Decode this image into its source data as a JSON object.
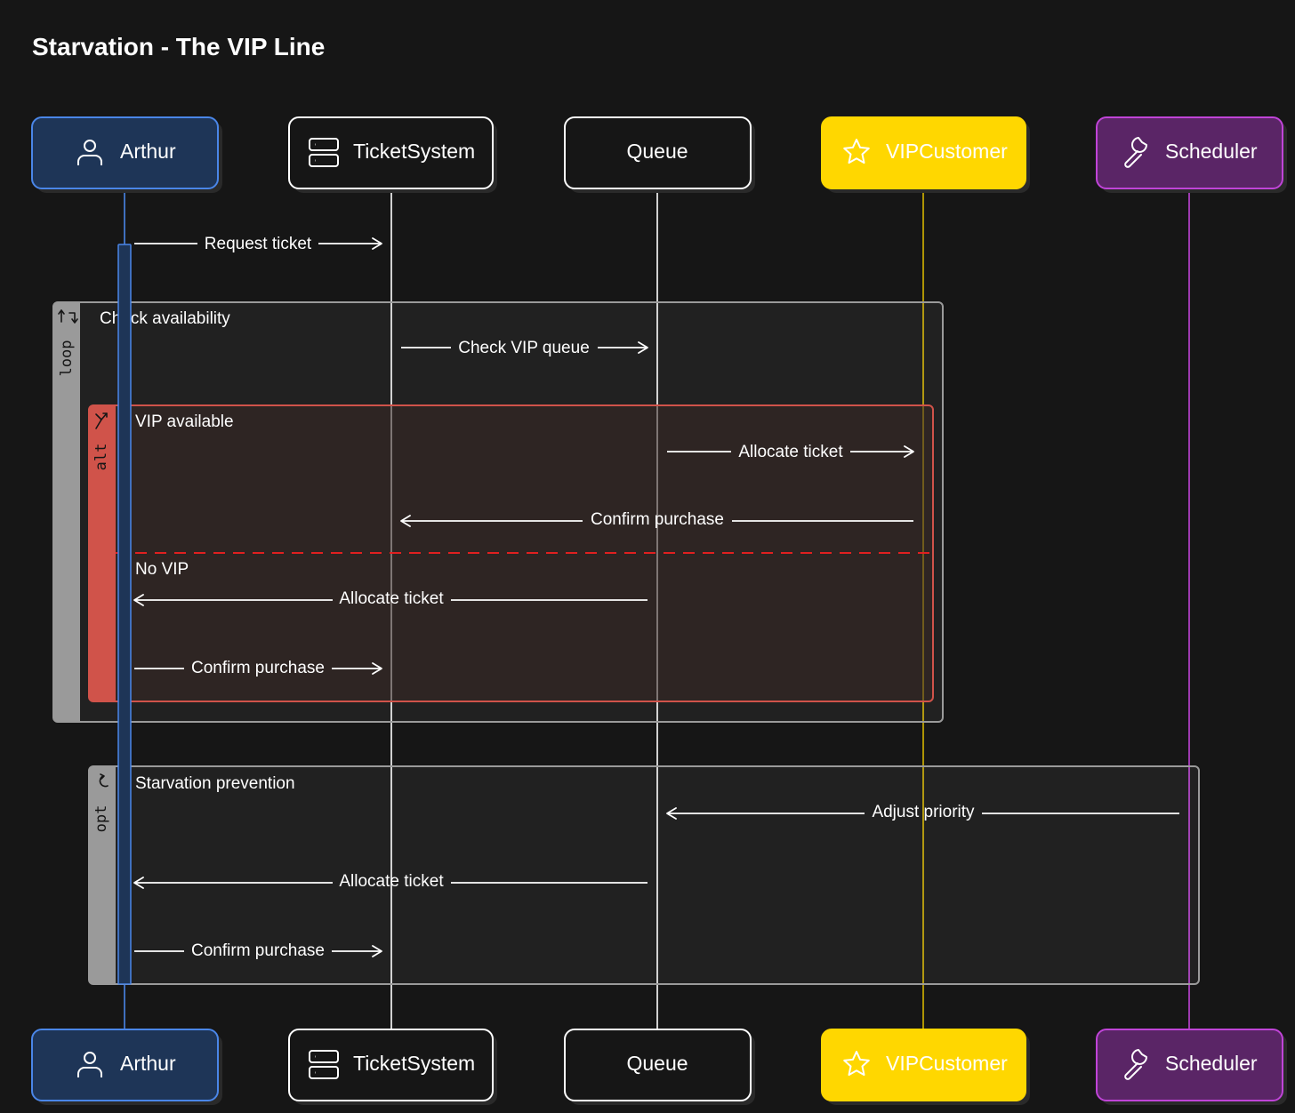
{
  "title": "Starvation - The VIP Line",
  "participants": [
    {
      "id": "arthur",
      "name": "Arthur",
      "icon": "user-icon",
      "fill": "#1e3557",
      "stroke": "#4a86e8",
      "text": "#ffffff",
      "lifeline": "#4a86e8"
    },
    {
      "id": "ticketsystem",
      "name": "TicketSystem",
      "icon": "server-icon",
      "fill": "#161616",
      "stroke": "#ffffff",
      "text": "#ffffff",
      "lifeline": "#ffffff"
    },
    {
      "id": "queue",
      "name": "Queue",
      "icon": "",
      "fill": "#161616",
      "stroke": "#ffffff",
      "text": "#ffffff",
      "lifeline": "#ffffff"
    },
    {
      "id": "vipcustomer",
      "name": "VIPCustomer",
      "icon": "star-icon",
      "fill": "#ffd700",
      "stroke": "#ffd700",
      "text": "#ffffff",
      "lifeline": "#d4b400"
    },
    {
      "id": "scheduler",
      "name": "Scheduler",
      "icon": "wrench-icon",
      "fill": "#5a2566",
      "stroke": "#c044d8",
      "text": "#ffffff",
      "lifeline": "#c044d8"
    }
  ],
  "messages": [
    {
      "from": "arthur",
      "to": "ticketsystem",
      "label": "Request ticket"
    },
    {
      "from": "ticketsystem",
      "to": "queue",
      "label": "Check VIP queue"
    },
    {
      "from": "queue",
      "to": "vipcustomer",
      "label": "Allocate ticket"
    },
    {
      "from": "vipcustomer",
      "to": "ticketsystem",
      "label": "Confirm purchase"
    },
    {
      "from": "queue",
      "to": "arthur",
      "label": "Allocate ticket"
    },
    {
      "from": "arthur",
      "to": "ticketsystem",
      "label": "Confirm purchase"
    },
    {
      "from": "scheduler",
      "to": "queue",
      "label": "Adjust priority"
    },
    {
      "from": "queue",
      "to": "arthur",
      "label": "Allocate ticket"
    },
    {
      "from": "arthur",
      "to": "ticketsystem",
      "label": "Confirm purchase"
    }
  ],
  "fragments": {
    "loop": {
      "kind": "loop",
      "label": "Check availability",
      "color": "#9a9a9a"
    },
    "alt": {
      "kind": "alt",
      "sections": [
        "VIP available",
        "No VIP"
      ],
      "color": "#d0534a",
      "divider_color": "#e02020"
    },
    "opt": {
      "kind": "opt",
      "label": "Starvation prevention",
      "color": "#9a9a9a"
    }
  }
}
